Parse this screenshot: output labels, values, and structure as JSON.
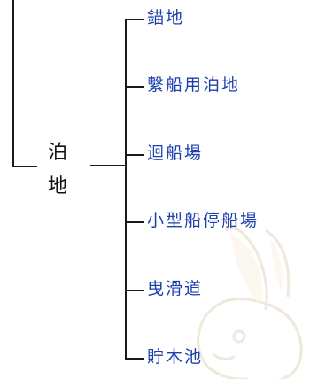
{
  "parent": {
    "label_line1": "泊",
    "label_line2": "地"
  },
  "children": [
    {
      "label": "錨地"
    },
    {
      "label": "繫船用泊地"
    },
    {
      "label": "迴船場"
    },
    {
      "label": "小型船停船場"
    },
    {
      "label": "曳滑道"
    },
    {
      "label": "貯木池"
    }
  ],
  "colors": {
    "leaf_text": "#1c3fae",
    "lines": "#1a1a1a",
    "parent_text": "#111111"
  },
  "icons": {
    "watermark": "rabbit-watermark-icon"
  }
}
